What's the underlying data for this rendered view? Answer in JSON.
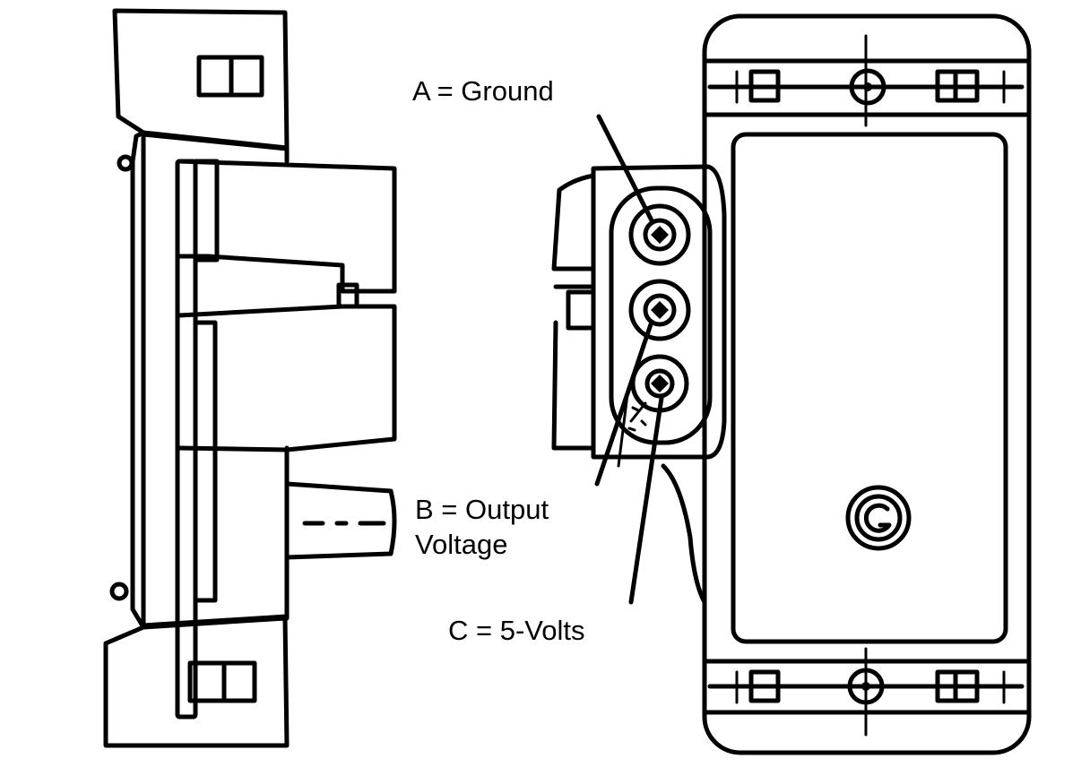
{
  "labels": {
    "a": "A  =  Ground",
    "b_line1": "B  =  Output",
    "b_line2": "Voltage",
    "c": "C  =  5-Volts"
  },
  "colors": {
    "ink": "#000000",
    "background": "#ffffff"
  }
}
